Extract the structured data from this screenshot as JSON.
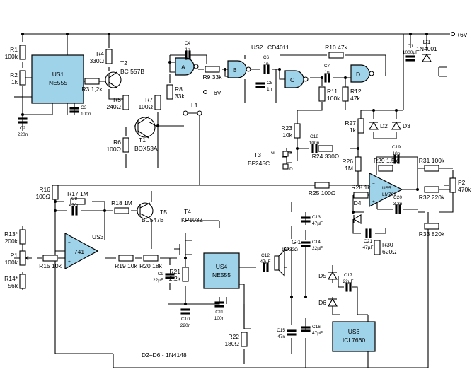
{
  "supply": "+6V",
  "rails": {
    "v6_a": "+6V",
    "v6_b": "+6V"
  },
  "ics": {
    "us1": {
      "name": "US1",
      "part": "NE555"
    },
    "us2": {
      "name": "US2",
      "part": "CD4011"
    },
    "us3": {
      "name": "US3",
      "part": "741"
    },
    "us4": {
      "name": "US4",
      "part": "NE555"
    },
    "us5": {
      "name": "US5",
      "part": "LM709"
    },
    "us6": {
      "name": "US6",
      "part": "ICL7660"
    }
  },
  "gates": {
    "a": "A",
    "b": "B",
    "c": "C",
    "d": "D"
  },
  "transistors": {
    "t1": {
      "name": "T1",
      "part": "BDX53A"
    },
    "t2": {
      "name": "T2",
      "part": "BC 557B"
    },
    "t3": {
      "name": "T3",
      "part": "BF245C"
    },
    "t4": {
      "name": "T4",
      "part": "KP103Z"
    },
    "t5": {
      "name": "T5",
      "part": "BC547B"
    }
  },
  "t3_pins": {
    "g": "G",
    "s": "S",
    "d": "D"
  },
  "resistors": [
    {
      "name": "R1",
      "value": "100k"
    },
    {
      "name": "R2",
      "value": "1k"
    },
    {
      "name": "R3",
      "value": "1,2k"
    },
    {
      "name": "R4",
      "value": "330Ω"
    },
    {
      "name": "R5",
      "value": "240Ω"
    },
    {
      "name": "R6",
      "value": "100Ω"
    },
    {
      "name": "R7",
      "value": "100Ω"
    },
    {
      "name": "R8",
      "value": "33k"
    },
    {
      "name": "R9",
      "value": "33k"
    },
    {
      "name": "R10",
      "value": "47k"
    },
    {
      "name": "R11",
      "value": "100k"
    },
    {
      "name": "R12",
      "value": "47k"
    },
    {
      "name": "R13*",
      "value": "200k"
    },
    {
      "name": "R14*",
      "value": "56k"
    },
    {
      "name": "R15",
      "value": "10k"
    },
    {
      "name": "R16",
      "value": "100Ω"
    },
    {
      "name": "R17",
      "value": "1M"
    },
    {
      "name": "R18",
      "value": "1M"
    },
    {
      "name": "R19",
      "value": "10k"
    },
    {
      "name": "R20",
      "value": "18k"
    },
    {
      "name": "R21",
      "value": "2,2k"
    },
    {
      "name": "R22",
      "value": "180Ω"
    },
    {
      "name": "R23",
      "value": "10k"
    },
    {
      "name": "R24",
      "value": "330Ω"
    },
    {
      "name": "R25",
      "value": "100Ω"
    },
    {
      "name": "R26",
      "value": "1M"
    },
    {
      "name": "R27",
      "value": "1k"
    },
    {
      "name": "R28",
      "value": "1k"
    },
    {
      "name": "R29",
      "value": "1,5k"
    },
    {
      "name": "R30",
      "value": "620Ω"
    },
    {
      "name": "R31",
      "value": "100k"
    },
    {
      "name": "R32",
      "value": "220k"
    },
    {
      "name": "R33",
      "value": "820k"
    }
  ],
  "capacitors": [
    {
      "name": "C1",
      "value": "1000µF"
    },
    {
      "name": "C2",
      "value": "220n"
    },
    {
      "name": "C3",
      "value": "100n"
    },
    {
      "name": "C4",
      "value": "1n"
    },
    {
      "name": "C5",
      "value": "1n"
    },
    {
      "name": "C6",
      "value": "1n"
    },
    {
      "name": "C7",
      "value": "1n"
    },
    {
      "name": "C8",
      "value": "470n"
    },
    {
      "name": "C9",
      "value": "22µF"
    },
    {
      "name": "C10",
      "value": "220n"
    },
    {
      "name": "C11",
      "value": "100n"
    },
    {
      "name": "C12",
      "value": "47µF"
    },
    {
      "name": "C13",
      "value": "47µF"
    },
    {
      "name": "C14",
      "value": "22µF"
    },
    {
      "name": "C15",
      "value": "47n"
    },
    {
      "name": "C16",
      "value": "47µF"
    },
    {
      "name": "C17",
      "value": "22µF"
    },
    {
      "name": "C18",
      "value": "100n"
    },
    {
      "name": "C19",
      "value": "10p"
    },
    {
      "name": "C20",
      "value": "3,3p"
    },
    {
      "name": "C21",
      "value": "47µF"
    }
  ],
  "diodes": [
    {
      "name": "D1",
      "value": "1N4001"
    },
    {
      "name": "D2",
      "value": ""
    },
    {
      "name": "D3",
      "value": ""
    },
    {
      "name": "D4",
      "value": ""
    },
    {
      "name": "D5",
      "value": ""
    },
    {
      "name": "D6",
      "value": ""
    }
  ],
  "pots": [
    {
      "name": "P1",
      "value": "100k"
    },
    {
      "name": "P2",
      "value": "470k"
    }
  ],
  "coil": {
    "name": "L1"
  },
  "speaker": {
    "name": "Gł1",
    "value": "16÷32Ω"
  },
  "diode_note": "D2÷D6 - 1N4148"
}
